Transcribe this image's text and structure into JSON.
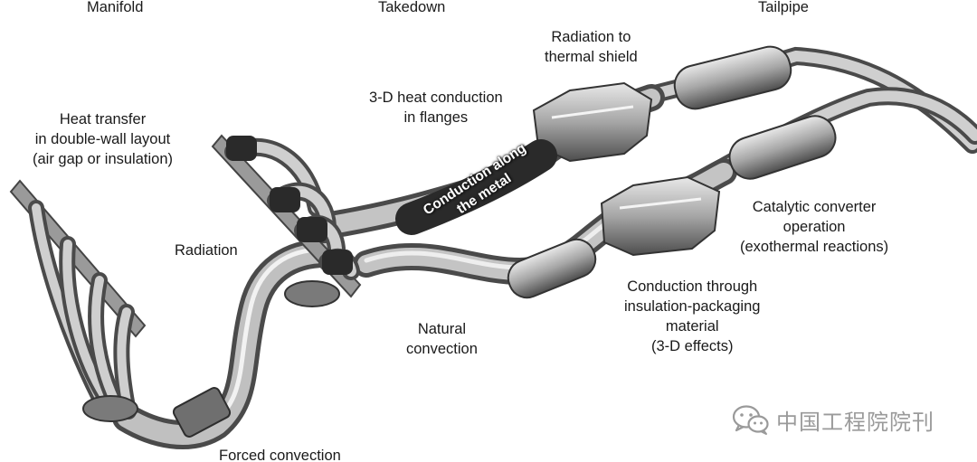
{
  "diagram": {
    "labels": {
      "manifold": [
        "Manifold"
      ],
      "takedown": [
        "Takedown"
      ],
      "tailpipe": [
        "Tailpipe"
      ],
      "radiation_shield": [
        "Radiation to",
        "thermal shield"
      ],
      "heat_conduction_flanges": [
        "3-D heat conduction",
        "in flanges"
      ],
      "heat_transfer_double_wall": [
        "Heat transfer",
        "in double-wall layout",
        "(air gap or insulation)"
      ],
      "radiation": [
        "Radiation"
      ],
      "catalytic_converter": [
        "Catalytic converter",
        "operation",
        "(exothermal reactions)"
      ],
      "conduction_insulation": [
        "Conduction through",
        "insulation-packaging",
        "material",
        "(3-D effects)"
      ],
      "natural_convection": [
        "Natural",
        "convection"
      ],
      "forced_convection": [
        "Forced convection"
      ],
      "conduction_metal": [
        "Conduction along",
        "the metal"
      ]
    }
  },
  "watermark": {
    "text": "中国工程院院刊",
    "icon": "wechat-icon",
    "color": "#9a9a9a"
  },
  "colors": {
    "pipe_dark": "#4a4a4a",
    "pipe_mid": "#9c9c9c",
    "pipe_light": "#e6e6e6"
  }
}
